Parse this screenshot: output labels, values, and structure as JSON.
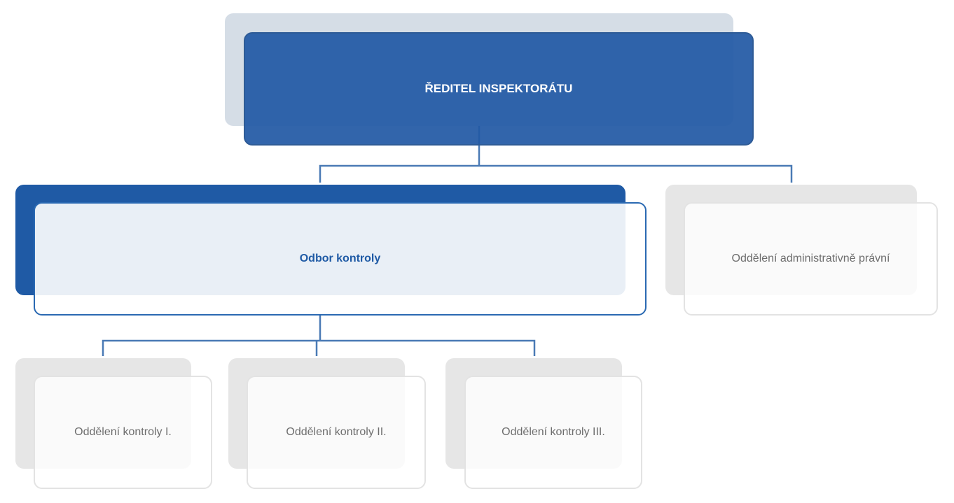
{
  "org_chart": {
    "director": {
      "label": "ŘEDITEL INSPEKTORÁTU"
    },
    "departments": [
      {
        "label": "Odbor kontroly",
        "children": [
          {
            "label": "Oddělení kontroly I."
          },
          {
            "label": "Oddělení kontroly II."
          },
          {
            "label": "Oddělení kontroly III."
          }
        ]
      },
      {
        "label": "Oddělení administrativně právní"
      }
    ]
  },
  "colors": {
    "primary_blue": "#1f5aa5",
    "director_fill": "#2f67ab",
    "connector": "#4a7ab5",
    "gray_box": "#e6e6e6",
    "gray_text": "#6d6d6d"
  }
}
